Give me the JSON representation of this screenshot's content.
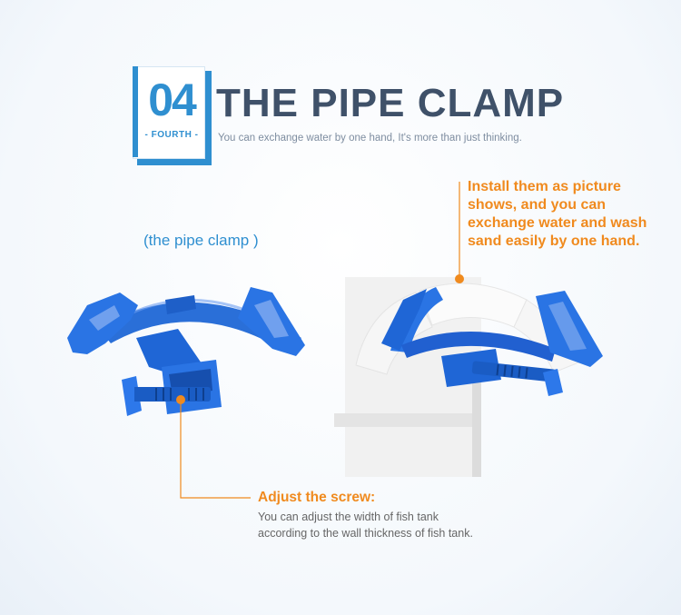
{
  "header": {
    "number": "04",
    "number_sub": "- FOURTH -",
    "title": "THE PIPE CLAMP",
    "subtitle": "You can exchange water by one hand, It's more than just thinking."
  },
  "left_caption": "(the pipe clamp )",
  "right_note": "Install them as picture shows, and you can exchange water and wash sand easily by one hand.",
  "screw_callout": {
    "title": "Adjust the screw:",
    "description": "You can adjust the width of fish tank according to the wall thickness of fish tank."
  },
  "colors": {
    "accent_blue": "#2f8fd0",
    "clamp_blue": "#1e6fe0",
    "orange": "#f08a1e",
    "title_gray": "#3f5169"
  }
}
